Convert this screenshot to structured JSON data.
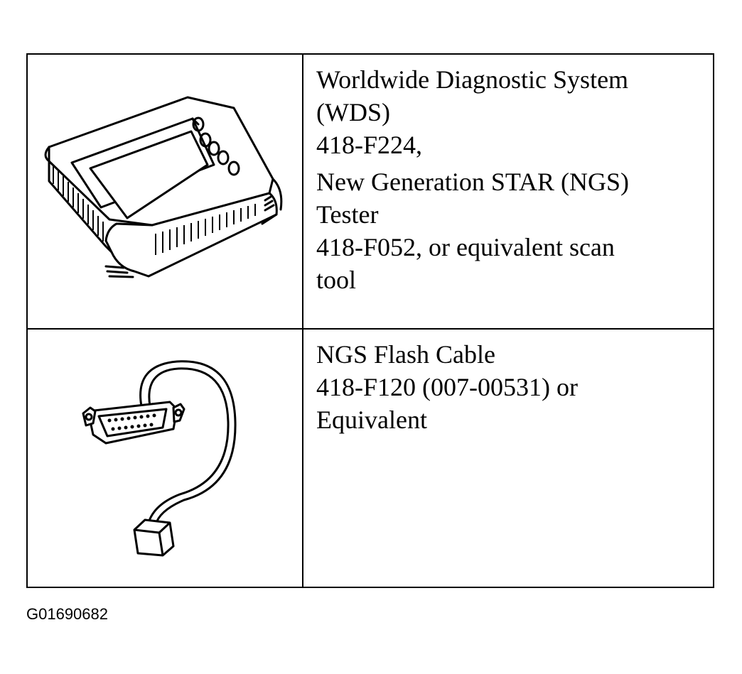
{
  "rows": [
    {
      "image_icon": "scan-tool-icon",
      "lines": [
        "Worldwide Diagnostic System",
        "(WDS)",
        "418-F224,",
        "New Generation STAR (NGS)",
        "Tester",
        "418-F052, or equivalent scan",
        "tool"
      ]
    },
    {
      "image_icon": "flash-cable-icon",
      "lines": [
        "NGS Flash Cable",
        "418-F120 (007-00531) or",
        "Equivalent"
      ]
    }
  ],
  "caption": "G01690682"
}
